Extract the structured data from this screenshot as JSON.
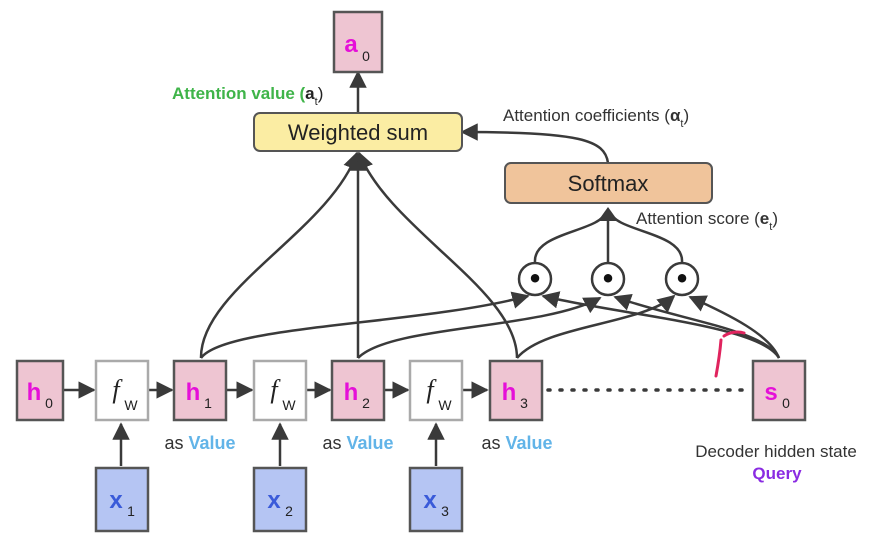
{
  "colors": {
    "hidden_fill": "#eec5d2",
    "input_fill": "#b5c5f3",
    "fw_fill": "#ffffff",
    "box_border": "#555555",
    "sum_fill": "#fbeda3",
    "softmax_fill": "#f0c49b",
    "magenta": "#e510d8",
    "blue_text": "#3a5bd9",
    "value_blue": "#62b4e8",
    "green": "#3fb449",
    "purple": "#8a2be2",
    "arrow": "#3a3a3a",
    "text": "#333333"
  },
  "nodes": {
    "h0": {
      "main": "h",
      "sub": "0"
    },
    "fw1": {
      "main": "f",
      "sub": "W"
    },
    "h1": {
      "main": "h",
      "sub": "1"
    },
    "fw2": {
      "main": "f",
      "sub": "W"
    },
    "h2": {
      "main": "h",
      "sub": "2"
    },
    "fw3": {
      "main": "f",
      "sub": "W"
    },
    "h3": {
      "main": "h",
      "sub": "3"
    },
    "s0": {
      "main": "s",
      "sub": "0"
    },
    "x1": {
      "main": "x",
      "sub": "1"
    },
    "x2": {
      "main": "x",
      "sub": "2"
    },
    "x3": {
      "main": "x",
      "sub": "3"
    },
    "a0": {
      "main": "a",
      "sub": "0"
    },
    "dot_symbol": "•"
  },
  "boxes": {
    "weighted_sum": "Weighted sum",
    "softmax": "Softmax"
  },
  "labels": {
    "as_prefix": "as ",
    "value_word": "Value",
    "attention_value": "Attention value (",
    "attention_value_sym": "a",
    "attention_value_sub": "t",
    "close_paren": ")",
    "attention_coefficients": "Attention coefficients (",
    "attention_coefficients_sym": "α",
    "attention_coefficients_sub": "t",
    "attention_score": "Attention score (",
    "attention_score_sym": "e",
    "attention_score_sub": "t",
    "decoder_hidden_state": "Decoder hidden state",
    "query": "Query"
  }
}
